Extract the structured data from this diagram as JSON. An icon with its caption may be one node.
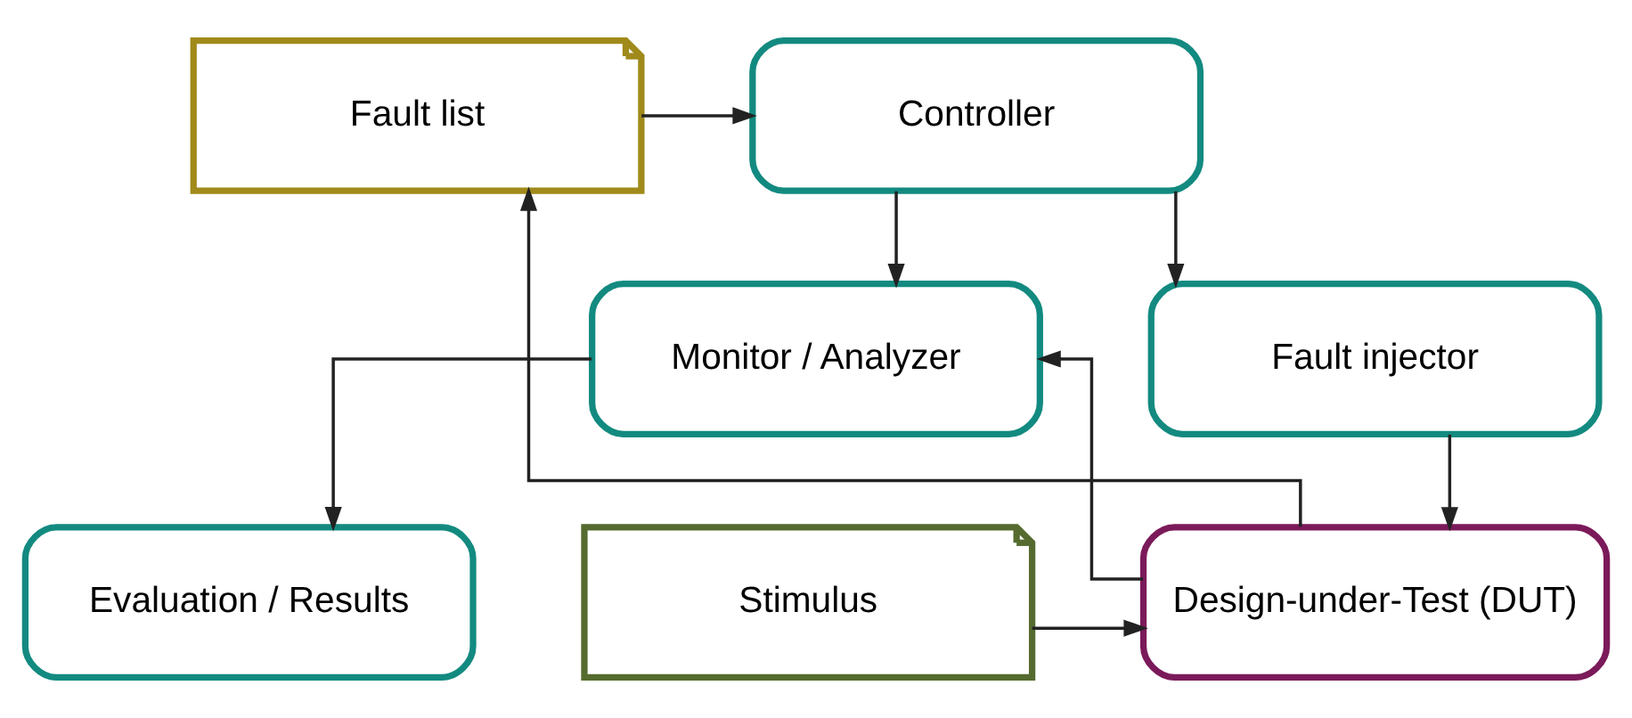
{
  "diagram": {
    "nodes": [
      {
        "text": [
          "Fault list"
        ]
      },
      {
        "text": [
          "Controller"
        ]
      },
      {
        "text": [
          "Fault injector"
        ]
      },
      {
        "text": [
          "Monitor / Analyzer"
        ]
      },
      {
        "text": [
          "Stimulus"
        ]
      },
      {
        "text": [
          "Design-under-Test (DUT)"
        ]
      },
      {
        "text": [
          "Evaluation / Results"
        ]
      }
    ],
    "edges": [
      {
        "from": 0,
        "to": 1,
        "arrow": "to"
      },
      {
        "from": 1,
        "to": 2,
        "arrow": "to"
      },
      {
        "from": 1,
        "to": 3,
        "arrow": "to"
      },
      {
        "from": 2,
        "to": 5,
        "arrow": "to"
      },
      {
        "from": 5,
        "to": 0,
        "arrow": "to"
      },
      {
        "from": 4,
        "to": 5,
        "arrow": "to"
      },
      {
        "from": 5,
        "to": 3,
        "arrow": "to"
      },
      {
        "from": 3,
        "to": 6,
        "arrow": "to"
      }
    ]
  }
}
